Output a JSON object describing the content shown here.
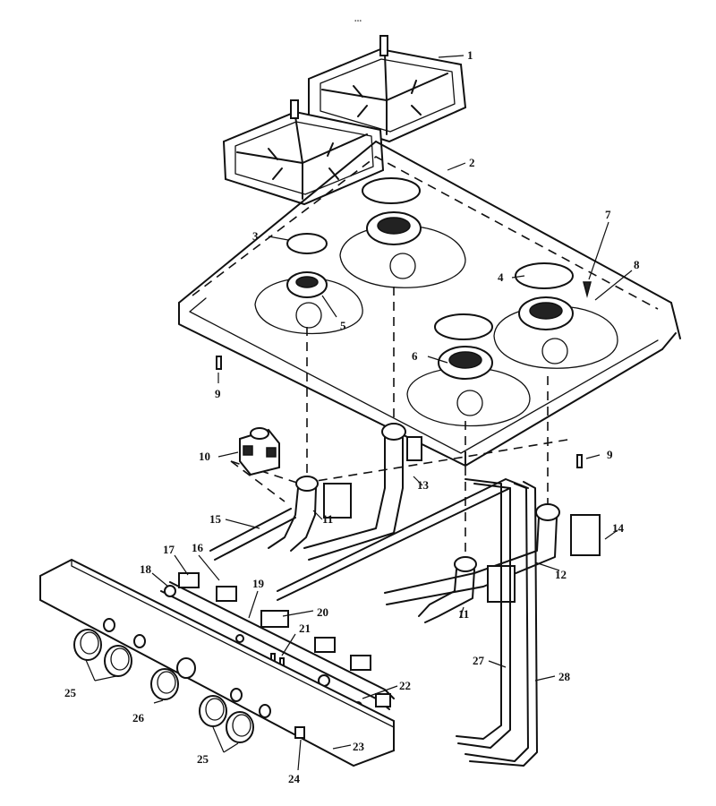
{
  "header_text": "...",
  "callouts": [
    {
      "id": "c1",
      "label": "1"
    },
    {
      "id": "c2",
      "label": "2"
    },
    {
      "id": "c3",
      "label": "3"
    },
    {
      "id": "c4",
      "label": "4"
    },
    {
      "id": "c5",
      "label": "5"
    },
    {
      "id": "c6",
      "label": "6"
    },
    {
      "id": "c7",
      "label": "7"
    },
    {
      "id": "c8",
      "label": "8"
    },
    {
      "id": "c9a",
      "label": "9"
    },
    {
      "id": "c9b",
      "label": "9"
    },
    {
      "id": "c10",
      "label": "10"
    },
    {
      "id": "c11a",
      "label": "11"
    },
    {
      "id": "c11b",
      "label": "11"
    },
    {
      "id": "c12",
      "label": "12"
    },
    {
      "id": "c13",
      "label": "13"
    },
    {
      "id": "c14",
      "label": "14"
    },
    {
      "id": "c15",
      "label": "15"
    },
    {
      "id": "c16",
      "label": "16"
    },
    {
      "id": "c17",
      "label": "17"
    },
    {
      "id": "c18",
      "label": "18"
    },
    {
      "id": "c19",
      "label": "19"
    },
    {
      "id": "c20",
      "label": "20"
    },
    {
      "id": "c21",
      "label": "21"
    },
    {
      "id": "c22",
      "label": "22"
    },
    {
      "id": "c23",
      "label": "23"
    },
    {
      "id": "c24",
      "label": "24"
    },
    {
      "id": "c25a",
      "label": "25"
    },
    {
      "id": "c25b",
      "label": "25"
    },
    {
      "id": "c26",
      "label": "26"
    },
    {
      "id": "c27",
      "label": "27"
    },
    {
      "id": "c28",
      "label": "28"
    }
  ]
}
